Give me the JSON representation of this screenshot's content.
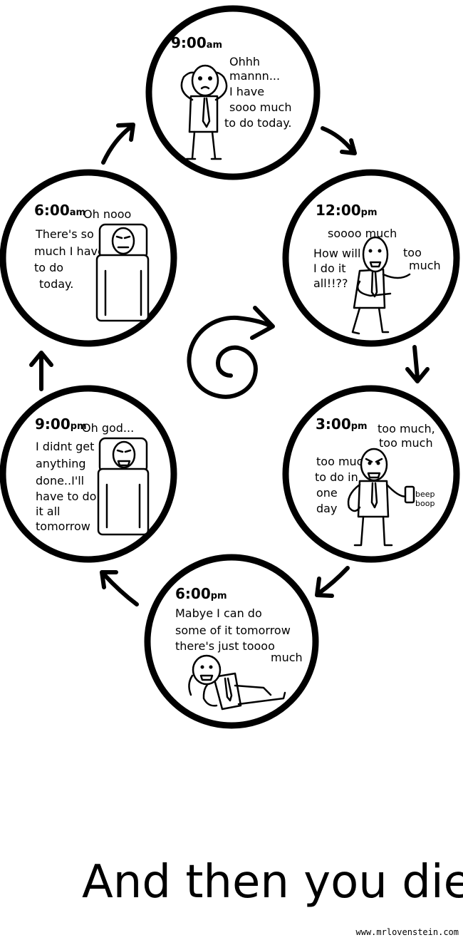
{
  "panels": {
    "p900am": {
      "time": "9:00",
      "suffix": "am",
      "lines": [
        "Ohhh",
        "mannn...",
        "I have",
        "sooo much",
        "to do today."
      ]
    },
    "p1200pm": {
      "time": "12:00",
      "suffix": "pm",
      "lines": [
        "soooo much",
        "How will",
        "I do it",
        "all!!??",
        "too",
        "much"
      ]
    },
    "p300pm": {
      "time": "3:00",
      "suffix": "pm",
      "lines": [
        "too much,",
        "too much",
        "too much",
        "to do in",
        "one",
        "day"
      ],
      "phone_sound": [
        "beep",
        "boop"
      ]
    },
    "p600pm": {
      "time": "6:00",
      "suffix": "pm",
      "lines": [
        "Mabye I can do",
        "some of it tomorrow",
        "there's just toooo",
        "much"
      ]
    },
    "p900pm": {
      "time": "9:00",
      "suffix": "pm",
      "exclaim": "Oh god...",
      "lines": [
        "I didnt get",
        "anything",
        "done..I'll",
        "have to do",
        "it all",
        "tomorrow"
      ]
    },
    "p600am": {
      "time": "6:00",
      "suffix": "am",
      "exclaim": "Oh nooo",
      "lines": [
        "There's so",
        "much I have",
        "to do",
        "today."
      ]
    }
  },
  "caption": "And then you die.",
  "credit": "www.mrlovenstein.com"
}
